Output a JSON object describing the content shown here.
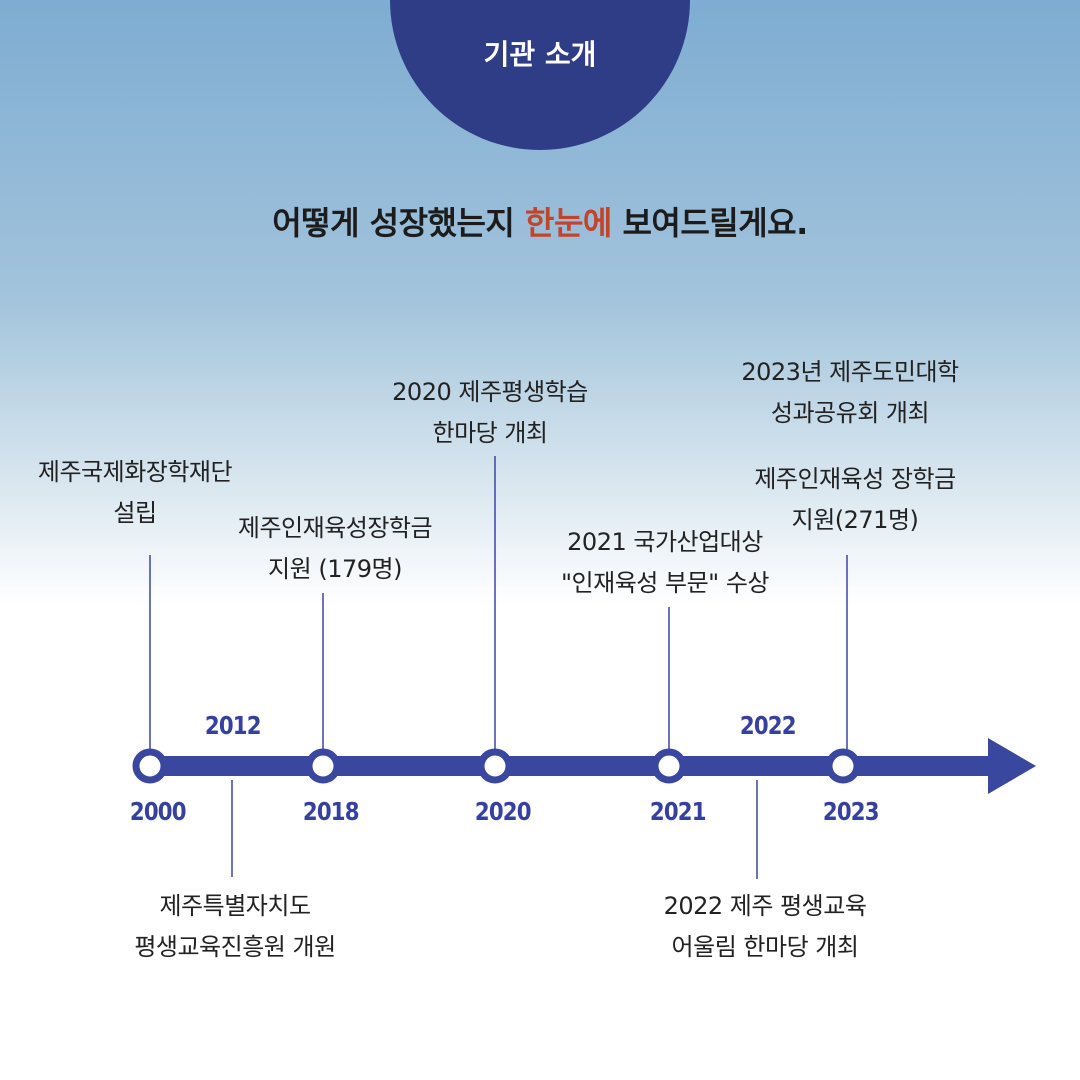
{
  "badge": {
    "label": "기관 소개"
  },
  "headline": {
    "before": "어떻게 성장했는지 ",
    "accent": "한눈에",
    "after": " 보여드릴게요.",
    "accent_color": "#c2442b"
  },
  "colors": {
    "badge": "#2f3c86",
    "timeline": "#3a479f",
    "year": "#3540a0"
  },
  "years": {
    "y2000": "2000",
    "y2012": "2012",
    "y2018": "2018",
    "y2020": "2020",
    "y2021": "2021",
    "y2022": "2022",
    "y2023": "2023"
  },
  "events": {
    "e2000": {
      "line1": "제주국제화장학재단",
      "line2": "설립"
    },
    "e2012": {
      "line1": "제주특별자치도",
      "line2": "평생교육진흥원 개원"
    },
    "e2018": {
      "line1": "제주인재육성장학금",
      "line2": "지원 (179명)"
    },
    "e2020": {
      "line1": "2020 제주평생학습",
      "line2": "한마당 개최"
    },
    "e2021": {
      "line1": "2021 국가산업대상",
      "line2": "\"인재육성 부문\" 수상"
    },
    "e2022": {
      "line1": "2022 제주 평생교육",
      "line2": "어울림 한마당 개최"
    },
    "e2023a": {
      "line1": "2023년 제주도민대학",
      "line2": "성과공유회 개최"
    },
    "e2023b": {
      "line1": "제주인재육성 장학금",
      "line2": "지원(271명)"
    }
  }
}
